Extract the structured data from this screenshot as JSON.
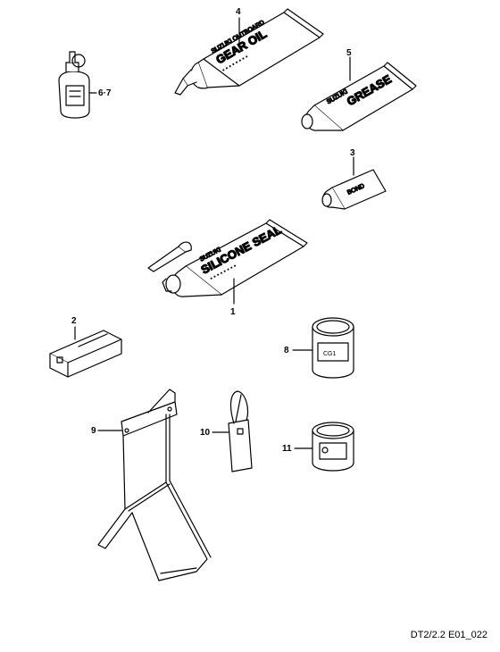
{
  "labels": {
    "p1": "1",
    "p2": "2",
    "p3": "3",
    "p4": "4",
    "p5": "5",
    "p67": "6·7",
    "p8": "8",
    "p9": "9",
    "p10": "10",
    "p11": "11"
  },
  "inscriptions": {
    "gear_oil": "GEAR OIL",
    "grease": "GREASE",
    "silicone": "SILICONE SEAL",
    "bond": "BOND",
    "suzuki": "SUZUKI"
  },
  "footer": {
    "doc_code": "DT2/2.2 E01_022"
  }
}
